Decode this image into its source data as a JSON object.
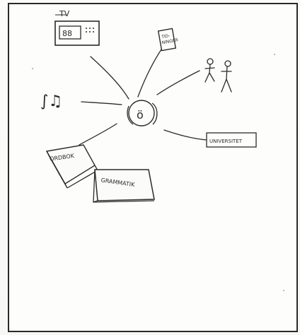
{
  "diagram": {
    "tv_label": "TV",
    "tv_digits": "88",
    "newspaper_label": "TID-\nNINGER",
    "newspaper_lines": [
      "TID-",
      "NINGER"
    ],
    "university_label": "UNIVERSITET",
    "dictionary_label": "ORDBOK",
    "grammar_label": "GRAMMATIK",
    "music_glyphs": "∫♫",
    "center_face": "ö"
  }
}
